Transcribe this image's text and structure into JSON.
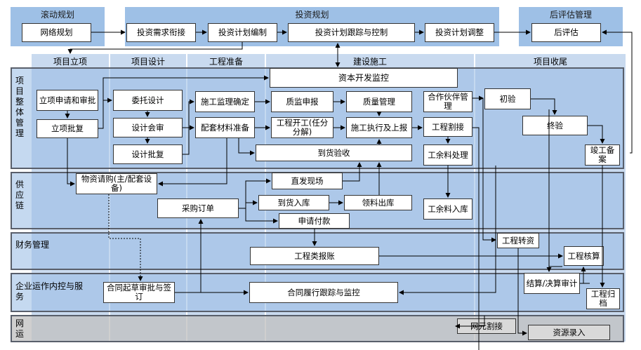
{
  "top": {
    "rolling": {
      "title": "滚动规划",
      "box": "网络规划"
    },
    "invest": {
      "title": "投资规划",
      "boxes": [
        "投资需求衔接",
        "投资计划编制",
        "投资计划跟踪与控制",
        "投资计划调整"
      ]
    },
    "post": {
      "title": "后评估管理",
      "box": "后评估"
    }
  },
  "columns": [
    "项目立项",
    "项目设计",
    "工程准备",
    "建设施工",
    "项目收尾"
  ],
  "lanes": [
    "项目整体管理",
    "供应链",
    "财务管理",
    "企业运作内控与服务",
    "网运"
  ],
  "nodes": {
    "capex": "资本开发监控",
    "lixiang_apply": "立项申请和审批",
    "lixiang_reply": "立项批复",
    "weituo": "委托设计",
    "sheji_huishen": "设计会审",
    "sheji_pifu": "设计批复",
    "jianli": "施工监理确定",
    "peitao": "配套材料准备",
    "zhijian": "质监申报",
    "zhiliang": "质量管理",
    "kaigong": "工程开工(任分分解)",
    "zhixing": "施工执行及上报",
    "daohuo_yanshou": "到货验收",
    "huoban": "合作伙伴管理",
    "gecheng": "工程割接",
    "yuliao_chuli": "工余料处理",
    "chuyan": "初验",
    "zhongyan": "终验",
    "jungong": "竣工备案",
    "wuzi": "物资请购(主/配套设备)",
    "zhifa": "直发现场",
    "caigou": "采购订单",
    "daohuo_ruku": "到货入库",
    "lingliao": "领料出库",
    "fukuan": "申请付款",
    "yuliao_ruku": "工余料入库",
    "zhuanzi": "工程转资",
    "baozhang": "工程类报账",
    "hesuan": "工程核算",
    "hetong_qicao": "合同起草审批与签订",
    "hetong_lvxing": "合同履行跟踪与监控",
    "jiesuan": "结算/决算审计",
    "guidang": "工程归档",
    "wangyuan": "网元割接",
    "ziyuan": "资源录入"
  }
}
